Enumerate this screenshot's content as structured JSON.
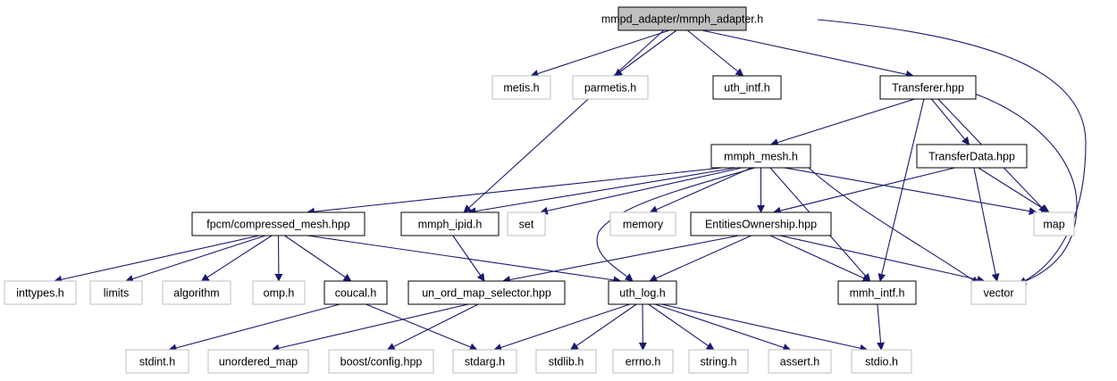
{
  "graph": {
    "edge_color": "#191970",
    "root_fill": "#bfbfbf",
    "nodes": [
      {
        "id": "mmph_adapter",
        "label": "mmpd_adapter/mmph_adapter.h",
        "kind": "root"
      },
      {
        "id": "metis",
        "label": "metis.h",
        "kind": "std"
      },
      {
        "id": "parmetis",
        "label": "parmetis.h",
        "kind": "std"
      },
      {
        "id": "uth_intf",
        "label": "uth_intf.h",
        "kind": "local"
      },
      {
        "id": "transferer",
        "label": "Transferer.hpp",
        "kind": "local"
      },
      {
        "id": "mmph_mesh",
        "label": "mmph_mesh.h",
        "kind": "local"
      },
      {
        "id": "transferdata",
        "label": "TransferData.hpp",
        "kind": "local"
      },
      {
        "id": "fpcm",
        "label": "fpcm/compressed_mesh.hpp",
        "kind": "local"
      },
      {
        "id": "mmph_ipid",
        "label": "mmph_ipid.h",
        "kind": "local"
      },
      {
        "id": "set",
        "label": "set",
        "kind": "std"
      },
      {
        "id": "memory",
        "label": "memory",
        "kind": "std"
      },
      {
        "id": "entities",
        "label": "EntitiesOwnership.hpp",
        "kind": "local"
      },
      {
        "id": "map",
        "label": "map",
        "kind": "std"
      },
      {
        "id": "inttypes",
        "label": "inttypes.h",
        "kind": "std"
      },
      {
        "id": "limits",
        "label": "limits",
        "kind": "std"
      },
      {
        "id": "algorithm",
        "label": "algorithm",
        "kind": "std"
      },
      {
        "id": "omp",
        "label": "omp.h",
        "kind": "std"
      },
      {
        "id": "coucal",
        "label": "coucal.h",
        "kind": "local"
      },
      {
        "id": "unord",
        "label": "un_ord_map_selector.hpp",
        "kind": "local"
      },
      {
        "id": "uth_log",
        "label": "uth_log.h",
        "kind": "local"
      },
      {
        "id": "mmh_intf",
        "label": "mmh_intf.h",
        "kind": "local"
      },
      {
        "id": "vector",
        "label": "vector",
        "kind": "std"
      },
      {
        "id": "stdint",
        "label": "stdint.h",
        "kind": "std"
      },
      {
        "id": "unordered_map",
        "label": "unordered_map",
        "kind": "std"
      },
      {
        "id": "boostcfg",
        "label": "boost/config.hpp",
        "kind": "std"
      },
      {
        "id": "stdarg",
        "label": "stdarg.h",
        "kind": "std"
      },
      {
        "id": "stdlib",
        "label": "stdlib.h",
        "kind": "std"
      },
      {
        "id": "errno",
        "label": "errno.h",
        "kind": "std"
      },
      {
        "id": "string",
        "label": "string.h",
        "kind": "std"
      },
      {
        "id": "assert",
        "label": "assert.h",
        "kind": "std"
      },
      {
        "id": "stdio",
        "label": "stdio.h",
        "kind": "std"
      }
    ],
    "edges": [
      [
        "mmph_adapter",
        "metis"
      ],
      [
        "mmph_adapter",
        "parmetis"
      ],
      [
        "mmph_adapter",
        "uth_intf"
      ],
      [
        "mmph_adapter",
        "transferer"
      ],
      [
        "mmph_adapter",
        "mmph_ipid"
      ],
      [
        "mmph_adapter",
        "vector"
      ],
      [
        "transferer",
        "mmph_mesh"
      ],
      [
        "transferer",
        "transferdata"
      ],
      [
        "transferer",
        "mmh_intf"
      ],
      [
        "transferer",
        "map"
      ],
      [
        "transferer",
        "vector"
      ],
      [
        "mmph_mesh",
        "fpcm"
      ],
      [
        "mmph_mesh",
        "mmph_ipid"
      ],
      [
        "mmph_mesh",
        "set"
      ],
      [
        "mmph_mesh",
        "memory"
      ],
      [
        "mmph_mesh",
        "entities"
      ],
      [
        "mmph_mesh",
        "map"
      ],
      [
        "mmph_mesh",
        "uth_log"
      ],
      [
        "mmph_mesh",
        "mmh_intf"
      ],
      [
        "mmph_mesh",
        "vector"
      ],
      [
        "transferdata",
        "entities"
      ],
      [
        "transferdata",
        "map"
      ],
      [
        "transferdata",
        "vector"
      ],
      [
        "fpcm",
        "inttypes"
      ],
      [
        "fpcm",
        "limits"
      ],
      [
        "fpcm",
        "algorithm"
      ],
      [
        "fpcm",
        "omp"
      ],
      [
        "fpcm",
        "coucal"
      ],
      [
        "fpcm",
        "uth_log"
      ],
      [
        "mmph_ipid",
        "unord"
      ],
      [
        "entities",
        "unord"
      ],
      [
        "entities",
        "uth_log"
      ],
      [
        "entities",
        "mmh_intf"
      ],
      [
        "entities",
        "vector"
      ],
      [
        "coucal",
        "stdint"
      ],
      [
        "coucal",
        "stdarg"
      ],
      [
        "unord",
        "unordered_map"
      ],
      [
        "unord",
        "boostcfg"
      ],
      [
        "uth_log",
        "stdarg"
      ],
      [
        "uth_log",
        "stdlib"
      ],
      [
        "uth_log",
        "errno"
      ],
      [
        "uth_log",
        "string"
      ],
      [
        "uth_log",
        "assert"
      ],
      [
        "uth_log",
        "stdio"
      ],
      [
        "mmh_intf",
        "stdio"
      ]
    ]
  }
}
